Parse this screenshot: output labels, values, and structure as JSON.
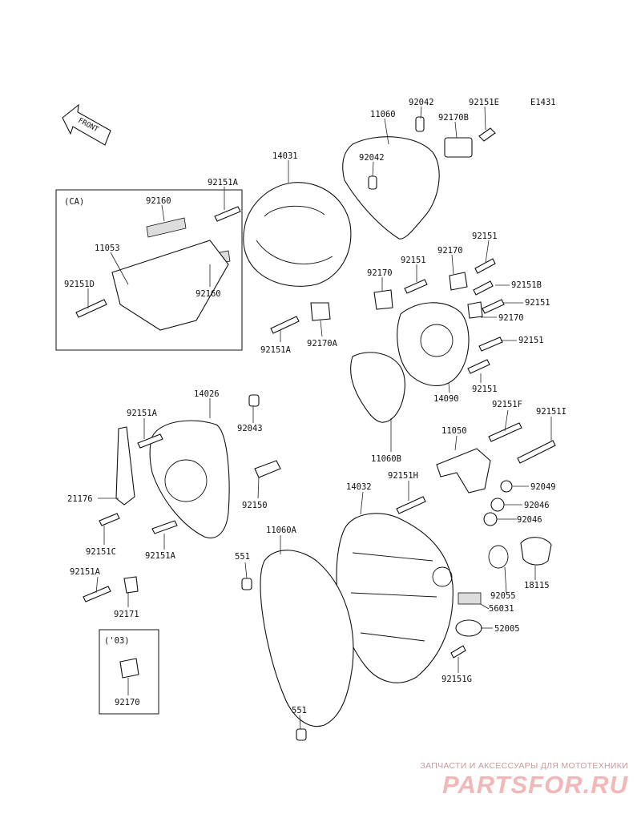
{
  "diagram_code": "E1431",
  "front_label": "FRONT",
  "box_ca_label": "(CA)",
  "box_03_label": "('03)",
  "parts": {
    "p92042a": "92042",
    "p92151e": "92151E",
    "p11060": "11060",
    "p92170b": "92170B",
    "p92042b": "92042",
    "p14031": "14031",
    "p92151a_1": "92151A",
    "p92160a": "92160",
    "p11053": "11053",
    "p92151d": "92151D",
    "p92160b": "92160",
    "p92151a_2": "92151A",
    "p92170a": "92170A",
    "p92151_1": "92151",
    "p92170_1": "92170",
    "p92151_2": "92151",
    "p92170_2": "92170",
    "p92151b": "92151B",
    "p92151_3": "92151",
    "p92170_3": "92170",
    "p92151_4": "92151",
    "p92151_5": "92151",
    "p14090": "14090",
    "p11060b": "11060B",
    "p14026": "14026",
    "p92151a_3": "92151A",
    "p92043": "92043",
    "p21176": "21176",
    "p92150": "92150",
    "p92151c": "92151C",
    "p92151a_4": "92151A",
    "p92151a_5": "92151A",
    "p92171": "92171",
    "p92170_4": "92170",
    "p92151f": "92151F",
    "p92151i": "92151I",
    "p11050": "11050",
    "p92151h": "92151H",
    "p14032": "14032",
    "p92049": "92049",
    "p92046a": "92046",
    "p92046b": "92046",
    "p11060a": "11060A",
    "p551a": "551",
    "p18115": "18115",
    "p92055": "92055",
    "p56031": "56031",
    "p52005": "52005",
    "p92151g": "92151G",
    "p551b": "551"
  },
  "watermark": {
    "tagline": "ЗАПЧАСТИ И АКСЕССУАРЫ ДЛЯ МОТОТЕХНИКИ",
    "logo": "PARTSFOR.RU",
    "color": "#f2b7b7"
  }
}
